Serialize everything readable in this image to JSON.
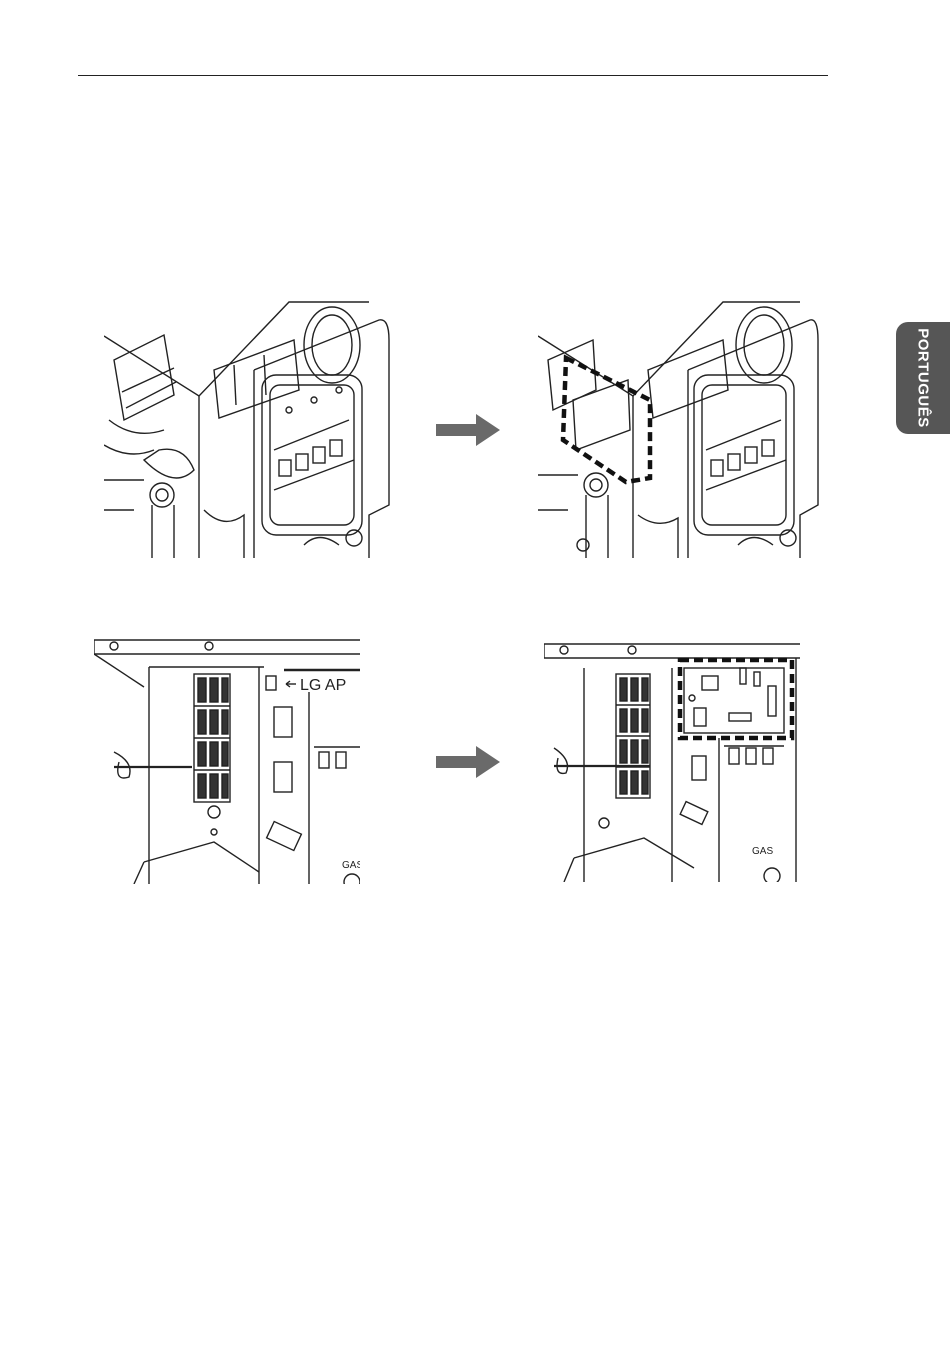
{
  "sidebar": {
    "language_label": "PORTUGUÊS"
  },
  "figures": {
    "top_right": {
      "highlight": "control-board"
    },
    "bottom_left": {
      "label_lg_ap": "LG AP",
      "label_gas": "GAS"
    },
    "bottom_right": {
      "label_gas": "GAS",
      "highlight": "pcb-board"
    }
  },
  "colors": {
    "arrow": "#6a6a6a",
    "tab": "#565656",
    "line": "#222222"
  }
}
